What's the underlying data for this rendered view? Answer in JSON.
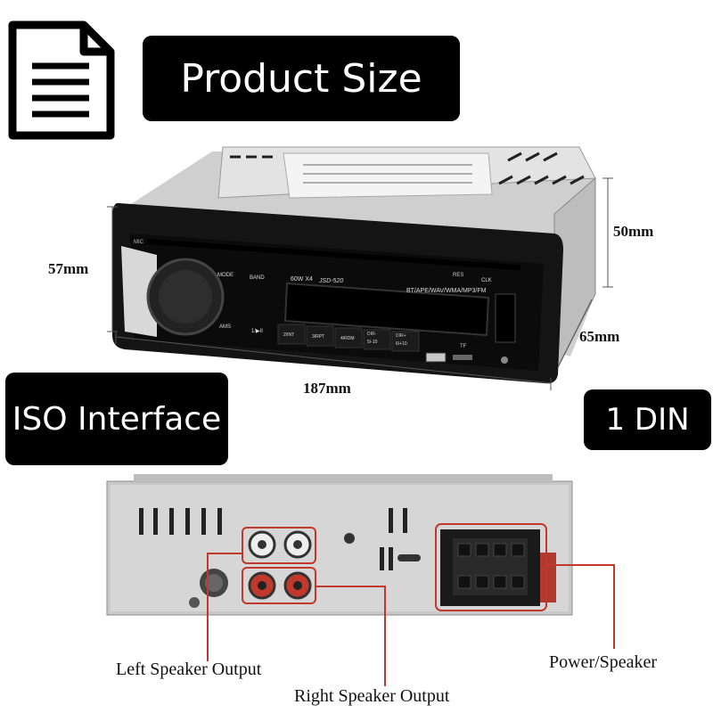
{
  "headings": {
    "product_size": "Product Size",
    "iso_interface": "ISO Interface",
    "din": "1 DIN"
  },
  "dimensions": {
    "height_front": "57mm",
    "height_body": "50mm",
    "depth": "65mm",
    "width": "187mm"
  },
  "radio_front": {
    "mic": "MIC",
    "mode": "MODE",
    "band": "BAND",
    "ams": "AMS",
    "play": "1/▶II",
    "power_label": "60W X4",
    "model": "JSD-520",
    "formats": "BT/APE/WAV/WMA/MP3/FM",
    "res": "RES",
    "clk": "CLK",
    "btn2": "2/INT",
    "btn3": "3/RPT",
    "btn4": "4/RDM",
    "btn5_top": "DIR-",
    "btn5": "5/-10",
    "btn6_top": "DIR+",
    "btn6": "6/+10",
    "tf": "TF"
  },
  "callouts": {
    "left_speaker": "Left Speaker Output",
    "right_speaker": "Right Speaker Output",
    "power_speaker": "Power/Speaker"
  },
  "colors": {
    "accent_red": "#c0392b",
    "pill_bg": "#000000"
  }
}
